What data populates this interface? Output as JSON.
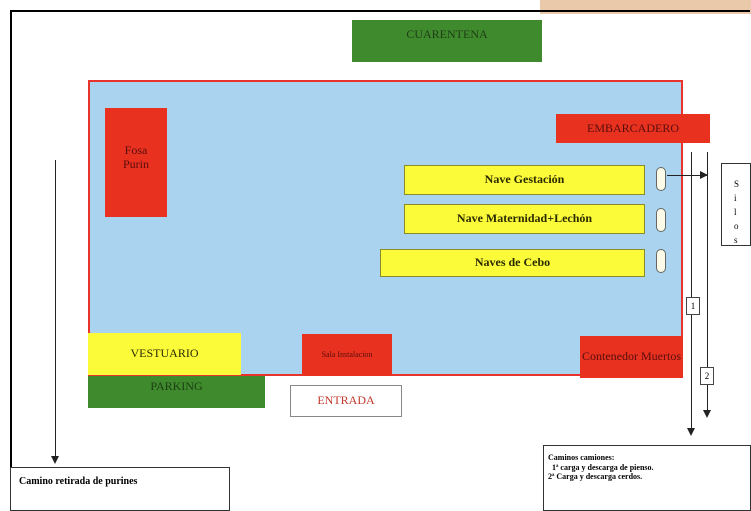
{
  "title_cuarentena": "CUARENTENA",
  "fosa_purin": "Fosa Purin",
  "embarcadero": "EMBARCADERO",
  "nave_gestacion": "Nave Gestación",
  "nave_maternidad": "Nave Maternidad+Lechón",
  "naves_cebo": "Naves de Cebo",
  "vestuario": "VESTUARIO",
  "sala_instalaciones": "Sala Instalacion",
  "contenedor_muertos": "Contenedor Muertos",
  "parking": "PARKING",
  "entrada": "ENTRADA",
  "silo_side_letters": "S\ni\nl\no\ns",
  "route_1": "1",
  "route_2": "2",
  "camino_retirada": "Camino retirada de purines",
  "caminos_camiones_title": "Caminos camiones:",
  "caminos_camiones_1": "1ª carga y descarga de pienso.",
  "caminos_camiones_2": "2ª Carga y descarga cerdos."
}
